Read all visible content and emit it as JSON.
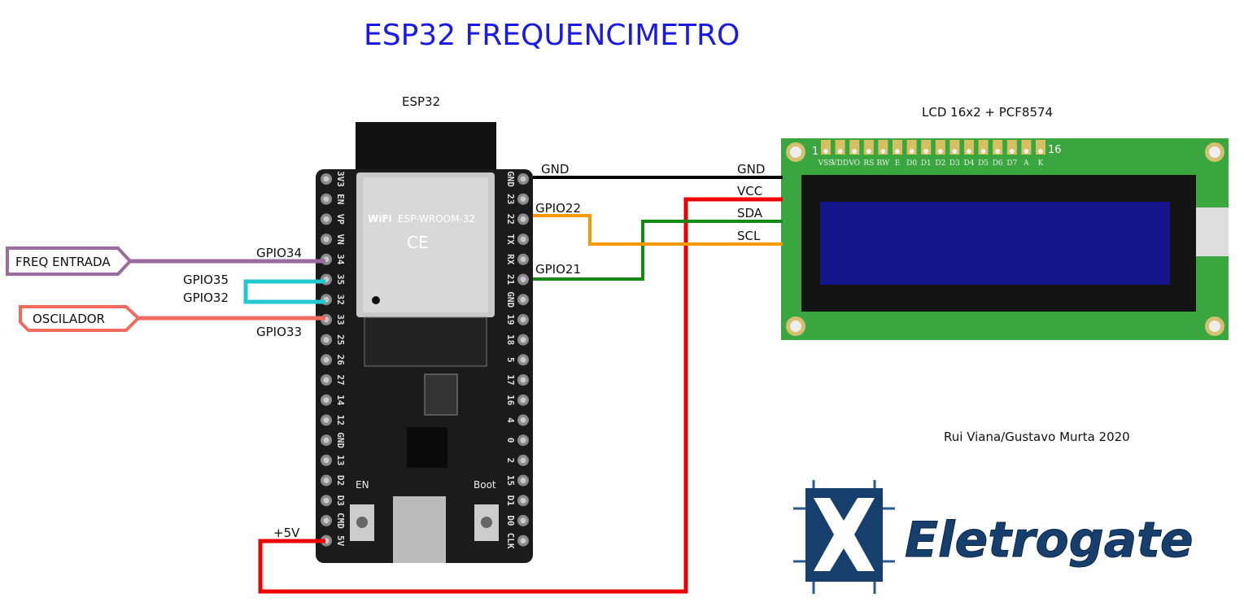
{
  "title": "ESP32 FREQUENCIMETRO",
  "esp32": {
    "label": "ESP32",
    "module_text": "ESP-WROOM-32",
    "wifi_text": "WiFi",
    "ce_text": "CE",
    "en_label": "EN",
    "boot_label": "Boot",
    "left_pins": [
      "3V3",
      "EN",
      "VP",
      "VN",
      "34",
      "35",
      "32",
      "33",
      "25",
      "26",
      "27",
      "14",
      "12",
      "GND",
      "13",
      "D2",
      "D3",
      "CMD",
      "5V"
    ],
    "right_pins": [
      "GND",
      "23",
      "22",
      "TX",
      "RX",
      "21",
      "GND",
      "19",
      "18",
      "5",
      "17",
      "16",
      "4",
      "0",
      "2",
      "15",
      "D1",
      "D0",
      "CLK"
    ]
  },
  "lcd": {
    "label": "LCD 16x2 + PCF8574",
    "pin_first": "1",
    "pin_last": "16",
    "pins": [
      "VSS",
      "VDD",
      "VO",
      "RS",
      "RW",
      "E",
      "D0",
      "D1",
      "D2",
      "D3",
      "D4",
      "D5",
      "D6",
      "D7",
      "A",
      "K"
    ]
  },
  "wires": {
    "gnd_esp": "GND",
    "gnd_lcd": "GND",
    "vcc_lcd": "VCC",
    "sda_lcd": "SDA",
    "scl_lcd": "SCL",
    "gpio22": "GPIO22",
    "gpio21": "GPIO21",
    "gpio34": "GPIO34",
    "gpio35": "GPIO35",
    "gpio32": "GPIO32",
    "gpio33": "GPIO33",
    "v5": "+5V"
  },
  "inputs": {
    "freq": "FREQ ENTRADA",
    "osc": "OSCILADOR"
  },
  "credit": "Rui Viana/Gustavo Murta 2020",
  "logo": "Eletrogate",
  "colors": {
    "title": "#1a1ae6",
    "gnd": "#000000",
    "vcc": "#ee0000",
    "sda": "#138a13",
    "scl": "#f59a00",
    "freq": "#9a6aa0",
    "loop": "#22c8d0",
    "osc": "#f06a60",
    "logo": "#163f6e"
  }
}
